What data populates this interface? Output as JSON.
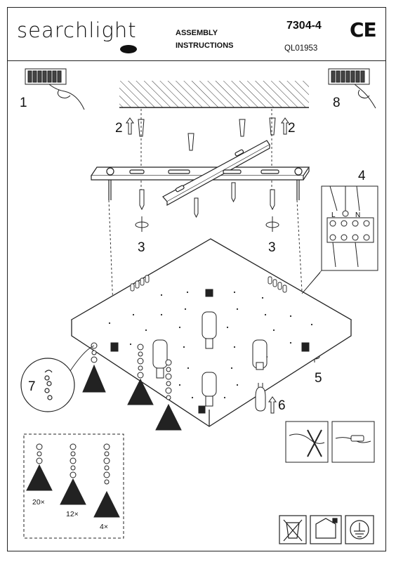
{
  "header": {
    "brand": "searchlight",
    "title_line1": "ASSEMBLY",
    "title_line2": "INSTRUCTIONS",
    "product_code": "7304-4",
    "reference": "QL01953",
    "ce_mark": "CE"
  },
  "steps": {
    "s1": "1",
    "s2a": "2",
    "s2b": "2",
    "s3a": "3",
    "s3b": "3",
    "s4": "4",
    "s5": "5",
    "s6": "6",
    "s7": "7",
    "s8": "8"
  },
  "terminal_labels": {
    "live": "L",
    "neutral": "N"
  },
  "parts_box": {
    "counts": [
      "20×",
      "12×",
      "4×"
    ]
  },
  "icons": [
    "weee-bin-icon",
    "class-2-indoor-icon",
    "earth-ground-icon",
    "wall-switch-icon",
    "ceiling-mount-icon"
  ]
}
